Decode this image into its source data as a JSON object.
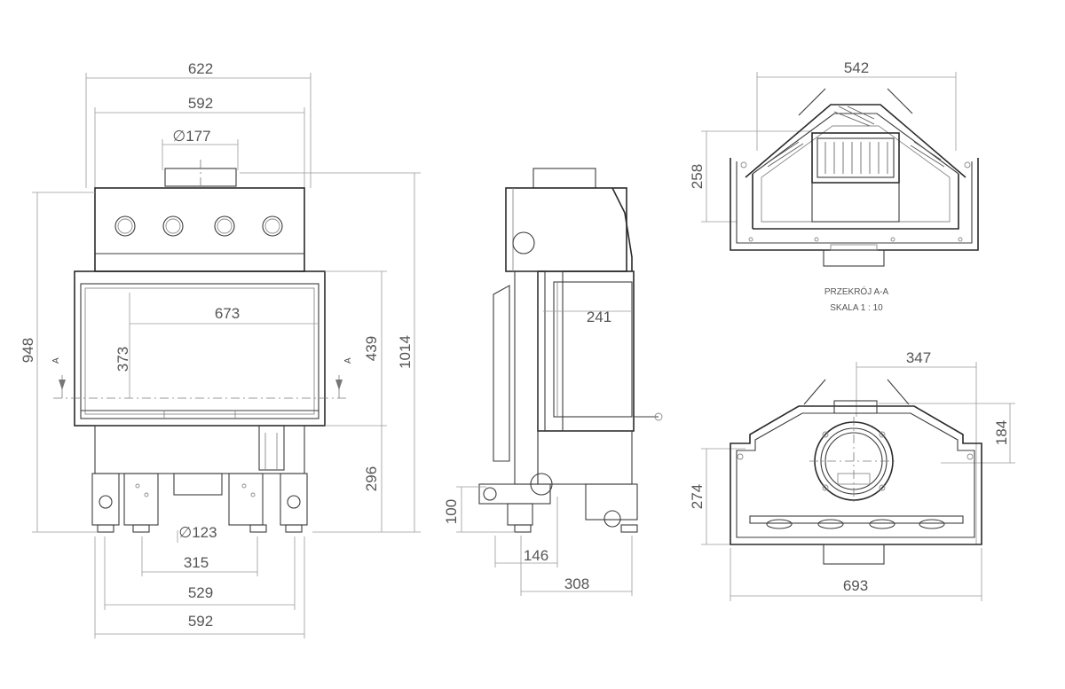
{
  "front": {
    "w_outer": "622",
    "w_top": "592",
    "flue_dia": "∅177",
    "door_w": "673",
    "door_h": "373",
    "glass_h": "439",
    "total_h": "1014",
    "body_h": "948",
    "base_h": "296",
    "leg_dia": "∅123",
    "leg_span": "315",
    "base_w": "529",
    "bottom_w": "592",
    "section_marker": "A"
  },
  "side": {
    "door_depth": "241",
    "foot_h": "100",
    "inner_d": "146",
    "total_d": "308"
  },
  "section_view": {
    "w": "542",
    "h": "258",
    "title": "PRZEKRÓJ A-A",
    "scale": "SKALA 1 : 10"
  },
  "top_view": {
    "flue_offset": "347",
    "flue_h": "184",
    "body_h": "274",
    "total_w": "693"
  }
}
